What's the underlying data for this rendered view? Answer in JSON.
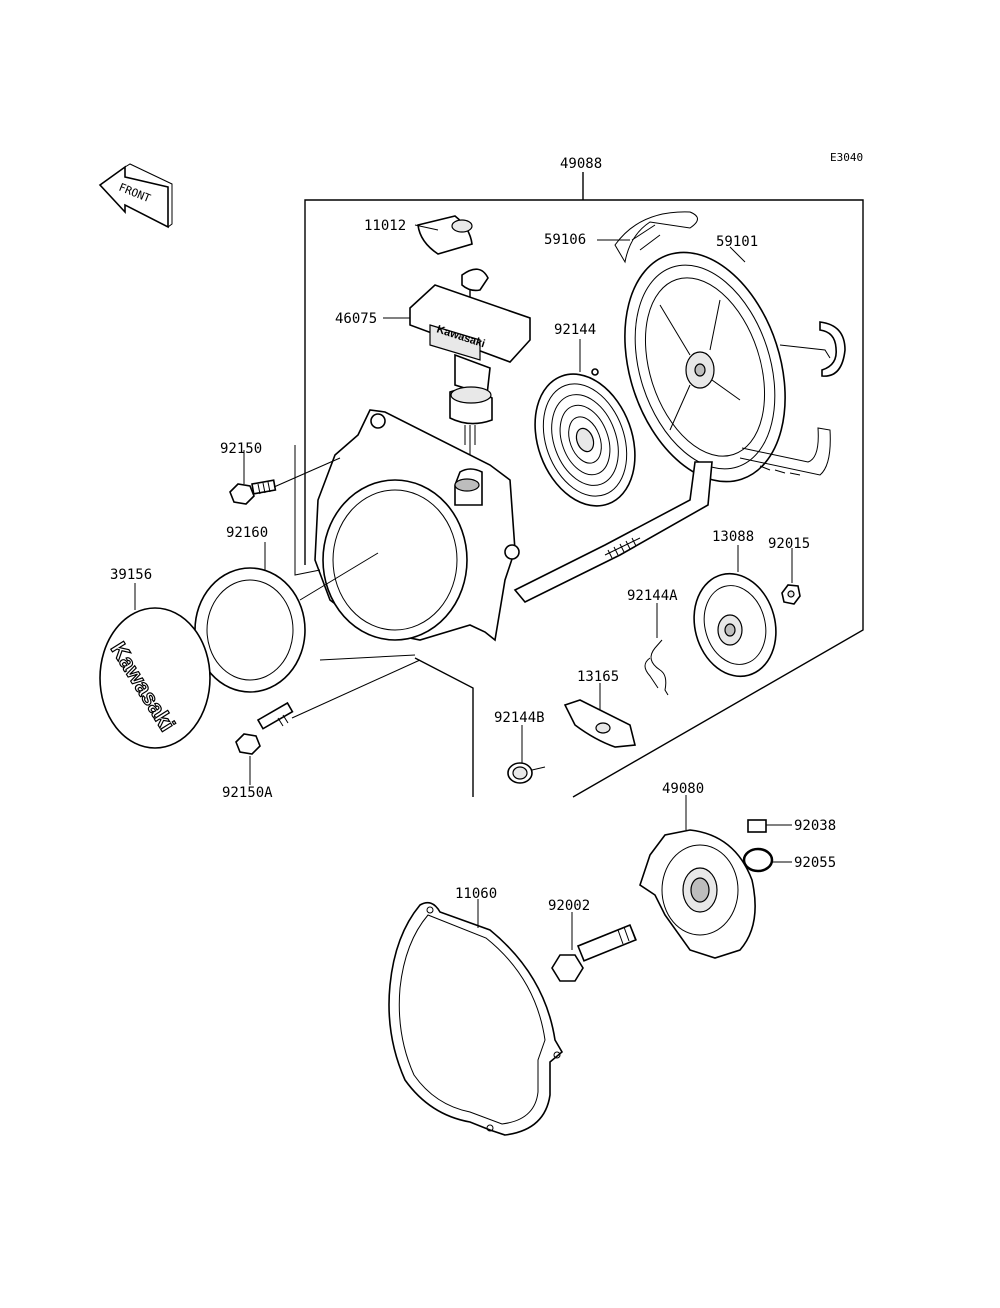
{
  "diagram": {
    "ref_code": "E3040",
    "front_label": "FRONT",
    "brand_text": "Kawasaki",
    "part_labels": [
      "49088",
      "11012",
      "59106",
      "59101",
      "46075",
      "92144",
      "92150",
      "92160",
      "39156",
      "13088",
      "92015",
      "92144A",
      "13165",
      "92144B",
      "92150A",
      "49080",
      "92038",
      "92055",
      "11060",
      "92002"
    ]
  }
}
